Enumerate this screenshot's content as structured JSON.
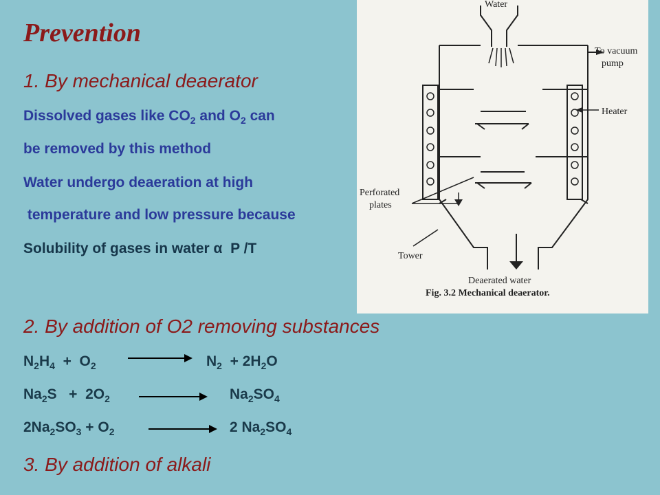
{
  "title": "Prevention",
  "section1": {
    "heading": "1. By mechanical deaerator",
    "line1_a": "Dissolved gases like CO",
    "line1_b": " and O",
    "line1_c": "  can",
    "line2": "be removed by this method",
    "line3": "Water undergo deaeration at high",
    "line4": " temperature and low pressure because",
    "line5": "Solubility of gases in water α  P /T"
  },
  "section2": {
    "heading": "2. By addition of O2 removing substances",
    "eq1": {
      "l1": "N",
      "l2": "H",
      "l3": "  +  O",
      "r1": "N",
      "r2": "  + 2H",
      "r3": "O"
    },
    "eq2": {
      "l1": "Na",
      "l2": "S   +  2O",
      "r1": "Na",
      "r2": "SO"
    },
    "eq3": {
      "l1": "2Na",
      "l2": "SO",
      "l3": " + O",
      "r1": "2 Na",
      "r2": "SO"
    }
  },
  "section3": {
    "heading": "3. By addition of alkali"
  },
  "subscripts": {
    "two": "2",
    "three": "3",
    "four": "4"
  },
  "figure": {
    "water": "Water",
    "vacuum_1": "To vacuum",
    "vacuum_2": "pump",
    "heater": "Heater",
    "perforated_1": "Perforated",
    "perforated_2": "plates",
    "tower": "Tower",
    "deaerated": "Deaerated water",
    "caption": "Fig. 3.2 Mechanical deaerator."
  }
}
